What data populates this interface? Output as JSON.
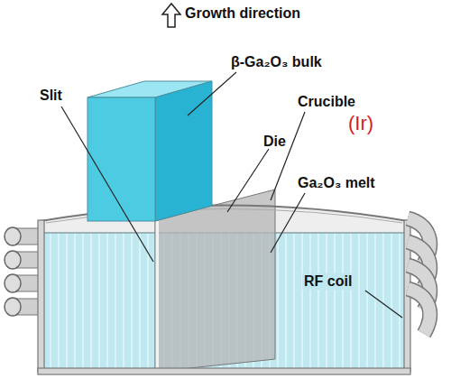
{
  "diagram": {
    "labels": [
      "Growth direction",
      "β-Ga₂O₃ bulk",
      "Slit",
      "Crucible",
      "(Ir)",
      "Die",
      "Ga₂O₃ melt",
      "RF coil"
    ]
  }
}
